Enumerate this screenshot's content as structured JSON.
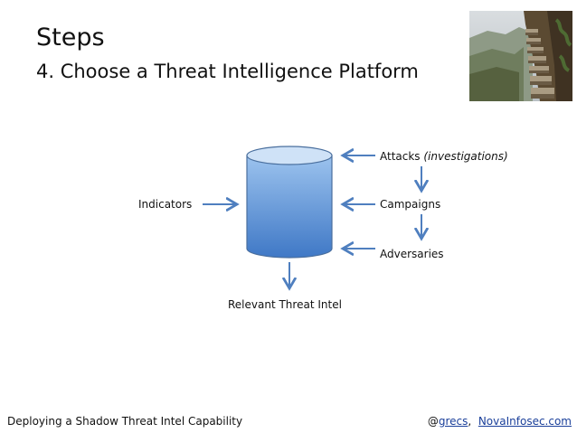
{
  "slide": {
    "title": "Steps",
    "subtitle": "4. Choose a Threat Intelligence Platform"
  },
  "diagram": {
    "indicators_label": "Indicators",
    "attacks_label": "Attacks ",
    "attacks_note": "(investigations)",
    "campaigns_label": "Campaigns",
    "adversaries_label": "Adversaries",
    "output_label": "Relevant Threat Intel",
    "colors": {
      "cylinder_top": "#9cc3ee",
      "cylinder_bottom": "#3f78c6",
      "arrow": "#4f7fbf"
    }
  },
  "footer": {
    "left_text": "Deploying a Shadow Threat Intel Capability",
    "at_sign": "@",
    "handle_link": "grecs",
    "separator": ",  ",
    "site_link": "NovaInfosec.com"
  }
}
